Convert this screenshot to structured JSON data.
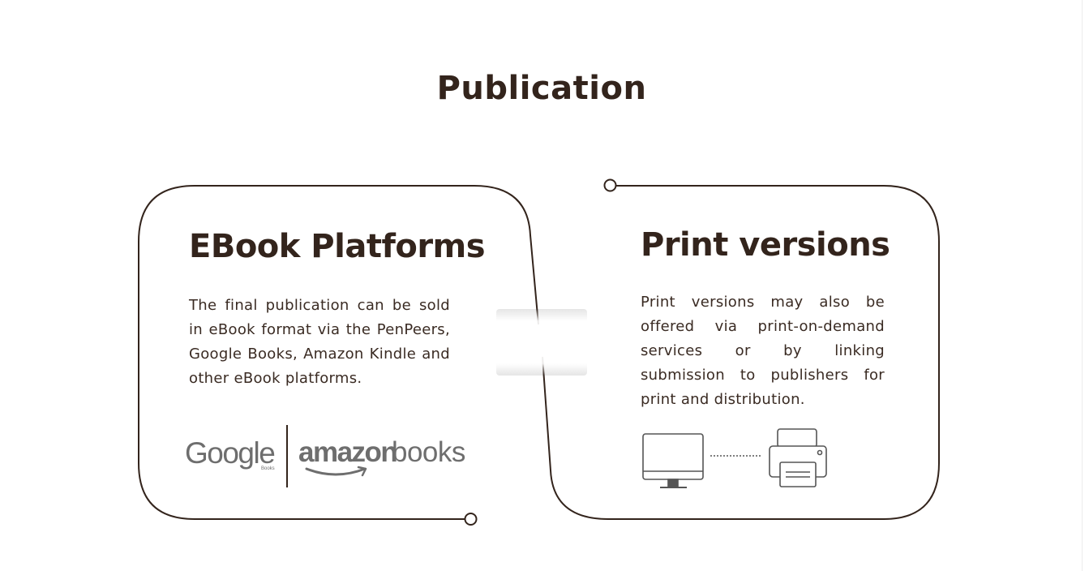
{
  "page": {
    "title": "Publication"
  },
  "cards": [
    {
      "title": "EBook Platforms",
      "body": "The final publication can be sold in eBook format via the PenPeers, Google Books, Amazon Kindle and other eBook platforms.",
      "logos": {
        "google": "Google",
        "google_tag": "Books",
        "amazon": "amazon",
        "books": "books"
      }
    },
    {
      "title": "Print versions",
      "body": "Print versions may also be offered via print-on-demand services or by linking submission to publishers for print and distribution."
    }
  ],
  "colors": {
    "text": "#33241c",
    "logo_gray": "#6e6e6e",
    "background": "#ffffff"
  },
  "icons": [
    "monitor-icon",
    "printer-icon"
  ]
}
